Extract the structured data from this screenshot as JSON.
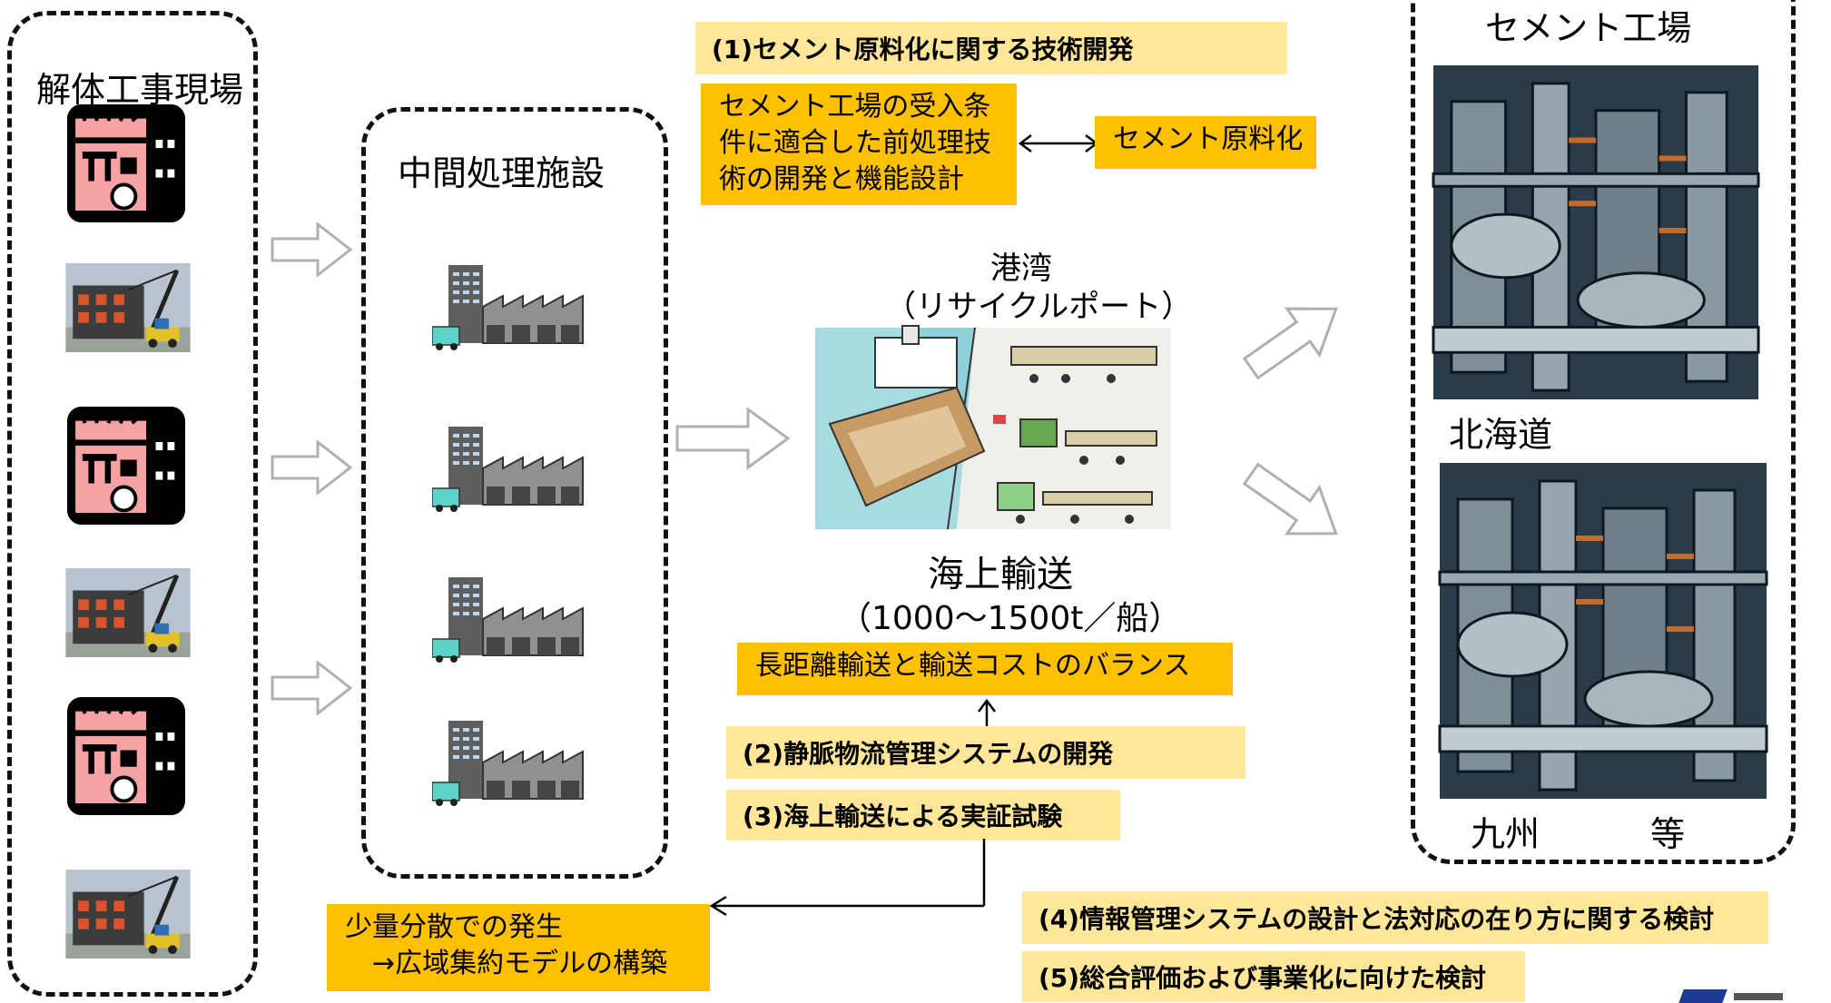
{
  "groups": {
    "demolition_site": "解体工事現場",
    "intermediate_facility": "中間処理施設",
    "cement_plant": "セメント工場"
  },
  "port": {
    "title": "港湾",
    "subtitle": "（リサイクルポート）",
    "transport": "海上輸送",
    "capacity": "（1000〜1500t／船）"
  },
  "tasks": {
    "t1": "(1)セメント原料化に関する技術開発",
    "t2": "(2)静脈物流管理システムの開発",
    "t3": "(3)海上輸送による実証試験",
    "t4": "(4)情報管理システムの設計と法対応の在り方に関する検討",
    "t5": "(5)総合評価および事業化に向けた検討"
  },
  "boxes": {
    "pretreatment": [
      "セメント工場の受入条",
      "件に適合した前処理技",
      "術の開発と機能設計"
    ],
    "cement_raw": "セメント原料化",
    "long_distance": "長距離輸送と輸送コストのバランス",
    "small_dispersed": [
      "少量分散での発生",
      "　→広域集約モデルの構築"
    ]
  },
  "plants": {
    "hokkaido": "北海道",
    "kyushu": "九州",
    "etc": "等"
  },
  "colors": {
    "orange": "#ffc000",
    "light_yellow": "#ffe699",
    "arrow_outline": "#b0b0b0",
    "dashed_border": "#111111"
  }
}
